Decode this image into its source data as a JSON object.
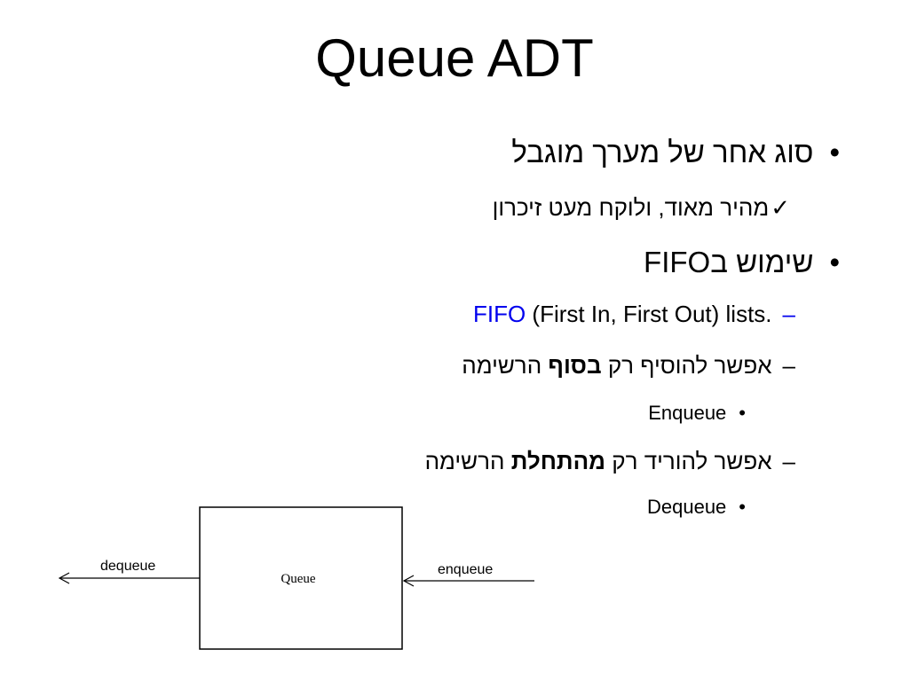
{
  "slide": {
    "title": "Queue ADT"
  },
  "bullets": {
    "b1": {
      "marker": "•",
      "text": "סוג אחר של מערך מוגבל"
    },
    "b1_sub": {
      "marker": "✓",
      "text": "מהיר מאוד, ולוקח מעט זיכרון"
    },
    "b2": {
      "marker": "•",
      "text": "שימוש בFIFO"
    },
    "b2_sub1": {
      "marker": "–",
      "fifo": "FIFO",
      "rest": " (First In, First Out) lists."
    },
    "b2_sub2": {
      "marker": "–",
      "pre": "אפשר להוסיף רק ",
      "bold": "בסוף",
      "post": " הרשימה"
    },
    "b2_sub2_item": {
      "marker": "•",
      "text": "Enqueue"
    },
    "b2_sub3": {
      "marker": "–",
      "pre": "אפשר להוריד רק ",
      "bold": "מהתחלת",
      "post": " הרשימה"
    },
    "b2_sub3_item": {
      "marker": "•",
      "text": "Dequeue"
    }
  },
  "diagram": {
    "box_label": "Queue",
    "left_label": "dequeue",
    "right_label": "enqueue"
  },
  "colors": {
    "accent": "#0000ee",
    "text": "#000000"
  }
}
